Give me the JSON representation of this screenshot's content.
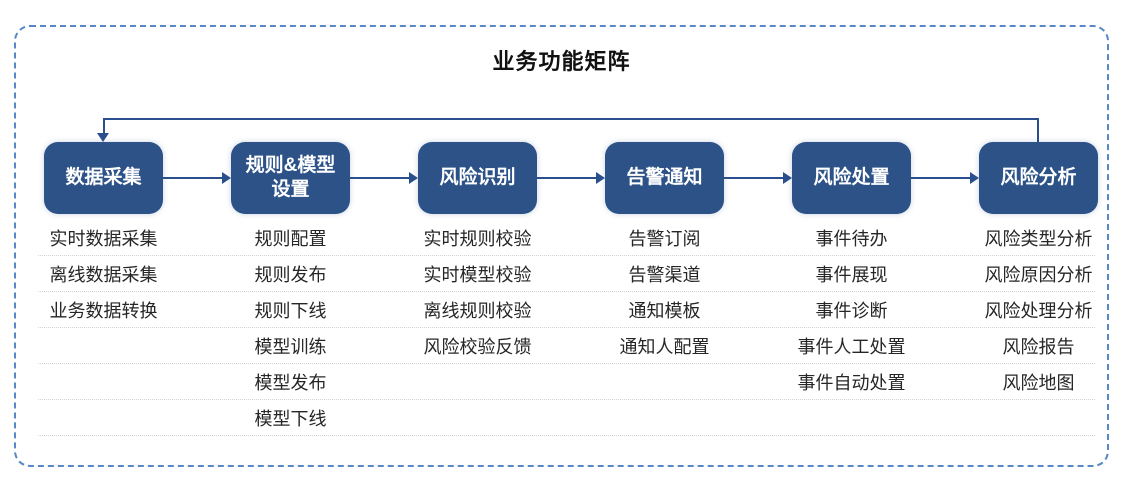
{
  "title": "业务功能矩阵",
  "columns": [
    {
      "header": "数据采集",
      "items": [
        "实时数据采集",
        "离线数据采集",
        "业务数据转换"
      ]
    },
    {
      "header": "规则&模型设置",
      "items": [
        "规则配置",
        "规则发布",
        "规则下线",
        "模型训练",
        "模型发布",
        "模型下线"
      ]
    },
    {
      "header": "风险识别",
      "items": [
        "实时规则校验",
        "实时模型校验",
        "离线规则校验",
        "风险校验反馈"
      ]
    },
    {
      "header": "告警通知",
      "items": [
        "告警订阅",
        "告警渠道",
        "通知模板",
        "通知人配置"
      ]
    },
    {
      "header": "风险处置",
      "items": [
        "事件待办",
        "事件展现",
        "事件诊断",
        "事件人工处置",
        "事件自动处置"
      ]
    },
    {
      "header": "风险分析",
      "items": [
        "风险类型分析",
        "风险原因分析",
        "风险处理分析",
        "风险报告",
        "风险地图"
      ]
    }
  ],
  "colors": {
    "stage_box_fill": "#2c5288",
    "stage_box_text": "#ffffff",
    "connector": "#2b4f8c",
    "frame_dash": "#5687c8",
    "row_separator": "#d4d4d4",
    "item_text": "#262626",
    "title_text": "#111111"
  }
}
